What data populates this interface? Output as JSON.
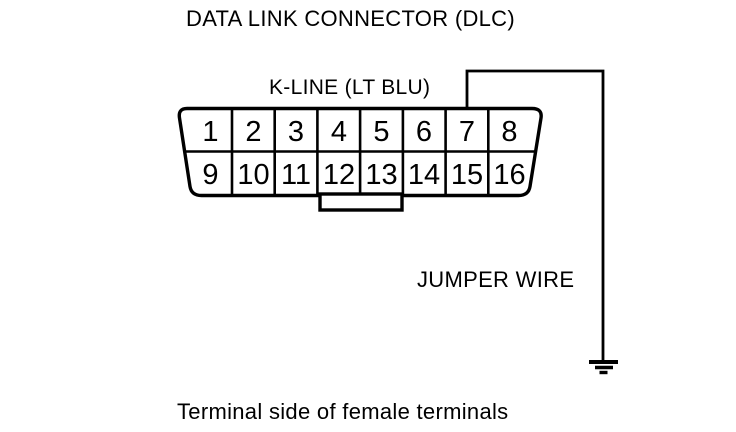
{
  "title": "DATA LINK CONNECTOR (DLC)",
  "labels": {
    "k_line": "K-LINE (LT BLU)",
    "jumper_wire": "JUMPER WIRE"
  },
  "caption": "Terminal side of female terminals",
  "connector": {
    "pins_top": [
      "1",
      "2",
      "3",
      "4",
      "5",
      "6",
      "7",
      "8"
    ],
    "pins_bottom": [
      "9",
      "10",
      "11",
      "12",
      "13",
      "14",
      "15",
      "16"
    ]
  },
  "wire": {
    "connected_pin": "7",
    "terminates_at": "ground"
  },
  "colors": {
    "line": "#000000",
    "background": "#ffffff"
  }
}
